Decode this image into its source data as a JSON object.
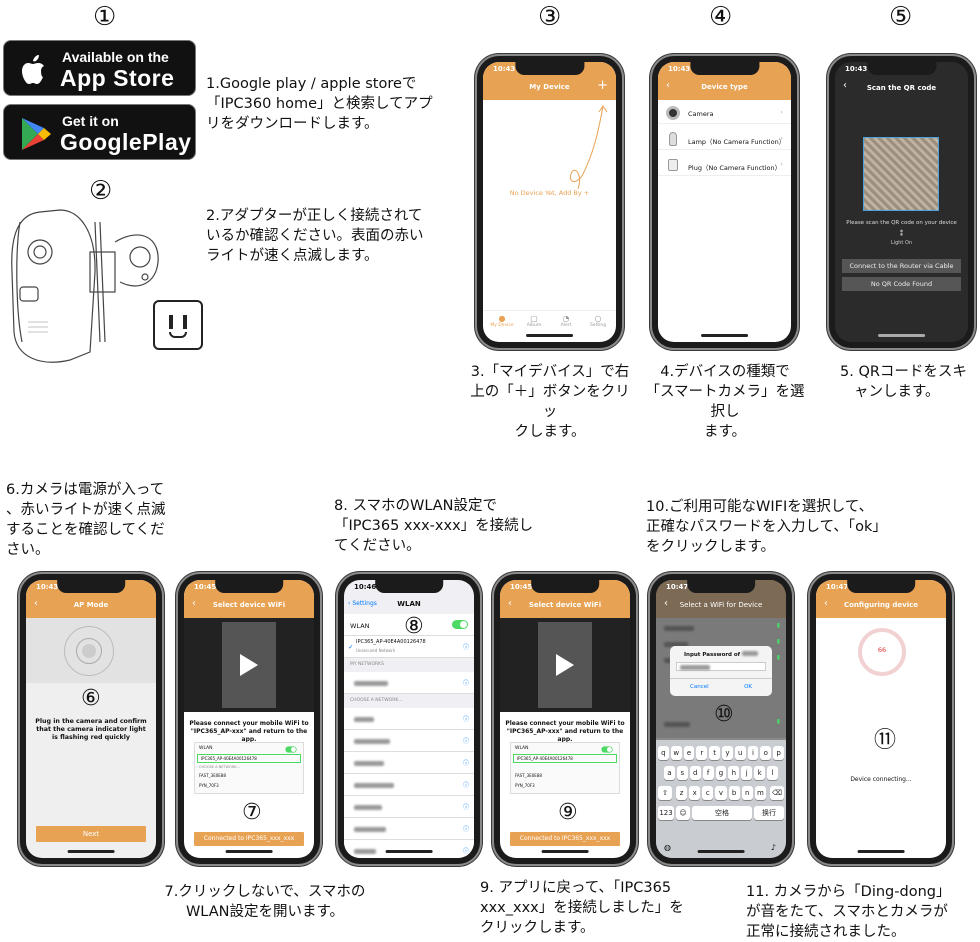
{
  "step_numbers": {
    "s1": "①",
    "s2": "②",
    "s3": "③",
    "s4": "④",
    "s5": "⑤",
    "s6": "⑥",
    "s7": "⑦",
    "s8": "⑧",
    "s9": "⑨",
    "s10": "⑩",
    "s11": "⑪"
  },
  "badges": {
    "appstore_line1": "Available on the",
    "appstore_line2": "App  Store",
    "googleplay_line1": "Get it on",
    "googleplay_line2": "GooglePlay"
  },
  "instructions": {
    "step1": [
      "1.Google play / apple storeで",
      "「IPC360 home」と検索してアプ",
      "リをダウンロードします。"
    ],
    "step2": [
      "2.アダプターが正しく接続されて",
      "いるか確認ください。表面の赤い",
      "ライトが速く点滅します。"
    ],
    "step3": [
      "3.「マイデバイス」で右",
      "上の「＋」ボタンをクリッ",
      "クします。"
    ],
    "step4": [
      "4.デバイスの種類で",
      "「スマートカメラ」を選択し",
      "ます。"
    ],
    "step5": [
      "5. QRコードをスキ",
      "ャンします。"
    ],
    "step6": [
      "6.カメラは電源が入って",
      "、赤いライトが速く点滅",
      "することを確認してくだ",
      "さい。"
    ],
    "step7": [
      "7.クリックしないで、スマホの",
      "WLAN設定を開います。"
    ],
    "step8": [
      "8.  スマホのWLAN設定で",
      "「IPC365 xxx-xxx」を接続し",
      "てください。"
    ],
    "step9": [
      "9.  アプリに戻って、「IPC365",
      "xxx_xxx」を接続しました」を",
      "クリックします。"
    ],
    "step10": [
      "10.ご利用可能なWIFIを選択して、",
      "正確なパスワードを入力して、「ok」",
      "をクリックします。"
    ],
    "step11": [
      "11. カメラから「Ding-dong」",
      "が音をたて、スマホとカメラが",
      "正常に接続されました。"
    ]
  },
  "screens": {
    "s3": {
      "time": "10:43",
      "title": "My Device",
      "plus": "+",
      "empty": "No Device Yet, Add By +",
      "tabs": [
        "My Device",
        "Album",
        "Alert",
        "Setting"
      ]
    },
    "s4": {
      "time": "10:43",
      "title": "Device type",
      "items": [
        "Camera",
        "Lamp（No Camera Function）",
        "Plug（No Camera Function）"
      ]
    },
    "s5": {
      "time": "10:43",
      "title": "Scan the QR code",
      "hint": "Please scan the QR code on your device",
      "light": "Light On",
      "btn1": "Connect to the Router via Cable",
      "btn2": "No QR Code Found"
    },
    "s6": {
      "time": "10:43",
      "title": "AP Mode",
      "text": "Plug in the camera and confirm that the camera indicator light is flashing red quickly",
      "btn": "Next"
    },
    "s7": {
      "time": "10:45",
      "title": "Select device WiFi",
      "text": "Please connect your mobile WiFi to \"IPC365_AP-xxx\" and return to the app.",
      "wlan": "WLAN",
      "ssid": "IPC365_AP-40E4A00126478",
      "section": "CHOOSE A NETWORK...",
      "net1": "FAST_3E0E88",
      "net2": "PYN_70F3",
      "btn": "Connected to IPC365_xxx_xxx"
    },
    "s8": {
      "time": "10:46",
      "back": "Settings",
      "title": "WLAN",
      "wlan": "WLAN",
      "ssid": "IPC365_AP-40E4A00126478",
      "ssid_sub": "Unsecured Network",
      "section1": "MY NETWORKS",
      "section2": "CHOOSE A NETWORK..."
    },
    "s9": {
      "time": "10:45",
      "title": "Select device WiFi",
      "text": "Please connect your mobile WiFi to \"IPC365_AP-xxx\" and return to the app.",
      "wlan": "WLAN",
      "ssid": "IPC365_AP-40E4A00126478",
      "net1": "FAST_3E0E88",
      "net2": "PYN_70F3",
      "btn": "Connected to IPC365_xxx_xxx"
    },
    "s10": {
      "time": "10:47",
      "title": "Select a WiFi for Device",
      "dialog_title": "Input Password of",
      "cancel": "Cancel",
      "ok": "OK",
      "keys_row1": [
        "q",
        "w",
        "e",
        "r",
        "t",
        "y",
        "u",
        "i",
        "o",
        "p"
      ],
      "keys_row2": [
        "a",
        "s",
        "d",
        "f",
        "g",
        "h",
        "j",
        "k",
        "l"
      ],
      "keys_row3": [
        "z",
        "x",
        "c",
        "v",
        "b",
        "n",
        "m"
      ],
      "space": "空格",
      "ret": "换行",
      "num": "123"
    },
    "s11": {
      "time": "10:47",
      "title": "Configuring device",
      "countdown": "66",
      "status": "Device connecting..."
    }
  },
  "colors": {
    "accent": "#e8a253",
    "phone": "#1b1b1b"
  }
}
